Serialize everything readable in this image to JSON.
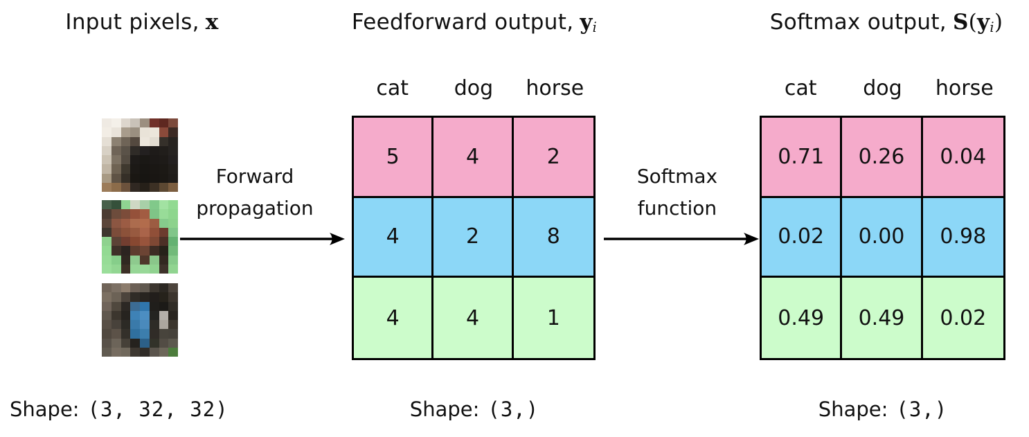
{
  "titles": {
    "input": {
      "text": "Input pixels,",
      "var": "x"
    },
    "feedforward": {
      "text": "Feedforward output,",
      "var": "y",
      "sub": "i"
    },
    "softmax": {
      "text": "Softmax output,",
      "func": "S",
      "open": "(",
      "var": "y",
      "sub": "i",
      "close": ")"
    }
  },
  "arrows": {
    "forward": {
      "line1": "Forward",
      "line2": "propagation"
    },
    "softmax": {
      "line1": "Softmax",
      "line2": "function"
    }
  },
  "tables": {
    "columns": [
      "cat",
      "dog",
      "horse"
    ],
    "row_colors": [
      "#f5abcb",
      "#8cd7f7",
      "#ccfccb"
    ],
    "row_classes": [
      "cat-row",
      "horse-row",
      "dog-row"
    ],
    "feedforward": {
      "rows": [
        [
          "5",
          "4",
          "2"
        ],
        [
          "4",
          "2",
          "8"
        ],
        [
          "4",
          "4",
          "1"
        ]
      ]
    },
    "softmax": {
      "rows": [
        [
          "0.71",
          "0.26",
          "0.04"
        ],
        [
          "0.02",
          "0.00",
          "0.98"
        ],
        [
          "0.49",
          "0.49",
          "0.02"
        ]
      ]
    }
  },
  "shapes": {
    "input": {
      "label": "Shape:",
      "value": "(3, 32, 32)"
    },
    "feedforward": {
      "label": "Shape:",
      "value": "(3,)"
    },
    "softmax": {
      "label": "Shape:",
      "value": "(3,)"
    }
  },
  "images": [
    {
      "name": "cat",
      "pixels": [
        [
          "#efeae3",
          "#f4f0e9",
          "#ddd6cd",
          "#c9c2b8",
          "#9c8f80",
          "#703028",
          "#5e2820",
          "#7c4a3c"
        ],
        [
          "#f2ede5",
          "#e9e3da",
          "#a89c8c",
          "#9a8f80",
          "#e9e3d8",
          "#ece6db",
          "#8a4a3a",
          "#3c2a24"
        ],
        [
          "#e5dfd5",
          "#8c8172",
          "#6f6457",
          "#54493f",
          "#ece6dc",
          "#e2dcd1",
          "#35302a",
          "#272320"
        ],
        [
          "#d8d1c5",
          "#6f6457",
          "#5a5248",
          "#2f2b27",
          "#232020",
          "#1e1b19",
          "#211e1b",
          "#262321"
        ],
        [
          "#ccc3b4",
          "#7d7263",
          "#544c42",
          "#1e1b19",
          "#1a1815",
          "#1c1917",
          "#1e1b18",
          "#232020"
        ],
        [
          "#c0b5a4",
          "#6f6353",
          "#3f392f",
          "#1c1916",
          "#181613",
          "#1a1714",
          "#1c1915",
          "#211e1b"
        ],
        [
          "#a89a84",
          "#5f5345",
          "#352f27",
          "#1a1713",
          "#171512",
          "#191613",
          "#1b1814",
          "#1f1c19"
        ],
        [
          "#9c7c5a",
          "#8c6c4a",
          "#6c523c",
          "#302822",
          "#262019",
          "#3c3024",
          "#5c4832",
          "#7c5e40"
        ]
      ]
    },
    {
      "name": "horse",
      "pixels": [
        [
          "#47604a",
          "#35503a",
          "#8fd492",
          "#cfd8c4",
          "#a8d0a8",
          "#81c98a",
          "#a2e2a2",
          "#92da92"
        ],
        [
          "#4c3c32",
          "#6d4c3c",
          "#7c4c3a",
          "#95513a",
          "#a25c42",
          "#7fc487",
          "#98dc98",
          "#8ed68e"
        ],
        [
          "#5c463a",
          "#8c5642",
          "#9c5c44",
          "#ac6c4e",
          "#b26c4c",
          "#9c5c42",
          "#86cc8c",
          "#8cd28c"
        ],
        [
          "#3e362e",
          "#7c4c3a",
          "#8c523a",
          "#985a40",
          "#aa644a",
          "#904f38",
          "#6c3c2e",
          "#80c689"
        ],
        [
          "#8ed28e",
          "#5c4236",
          "#733e30",
          "#884831",
          "#98543c",
          "#7e4834",
          "#4c3026",
          "#64b272"
        ],
        [
          "#92da92",
          "#3e3028",
          "#2c2420",
          "#5e3c2e",
          "#6c4434",
          "#3c2c24",
          "#262219",
          "#72ba7a"
        ],
        [
          "#96dc96",
          "#86ce8a",
          "#302821",
          "#8eca8e",
          "#4e362a",
          "#8ac68a",
          "#322820",
          "#86ca8a"
        ],
        [
          "#9ade9a",
          "#92d692",
          "#3c3026",
          "#96d696",
          "#98d898",
          "#90d290",
          "#3e322a",
          "#90d490"
        ]
      ]
    },
    {
      "name": "dog",
      "pixels": [
        [
          "#706458",
          "#7c7064",
          "#8c7c6c",
          "#6c6056",
          "#60584f",
          "#3c362f",
          "#2c2823",
          "#4c443c"
        ],
        [
          "#7c7062",
          "#6c6256",
          "#4c443c",
          "#302c27",
          "#282420",
          "#221e1b",
          "#26221b",
          "#3c352e"
        ],
        [
          "#70645a",
          "#50483e",
          "#2c2824",
          "#3c6c94",
          "#3076ac",
          "#201e1b",
          "#1c1a17",
          "#302c26"
        ],
        [
          "#60584e",
          "#3c362e",
          "#26231f",
          "#3e82b6",
          "#4c8ec2",
          "#242421",
          "#b4b0aa",
          "#28241f"
        ],
        [
          "#584f46",
          "#48423b",
          "#2c2a25",
          "#3a7aaa",
          "#4a8abc",
          "#2e2c27",
          "#aca69e",
          "#3c362e"
        ],
        [
          "#50483f",
          "#5c5248",
          "#34302a",
          "#30709f",
          "#3c7ead",
          "#302c27",
          "#48443c",
          "#46423b"
        ],
        [
          "#585149",
          "#6c6459",
          "#464038",
          "#25221e",
          "#2c6088",
          "#323229",
          "#524c44",
          "#5c584e"
        ],
        [
          "#605a50",
          "#766c60",
          "#70685c",
          "#3e3831",
          "#302c27",
          "#5a544c",
          "#6c6659",
          "#4c7c3c"
        ]
      ]
    }
  ]
}
